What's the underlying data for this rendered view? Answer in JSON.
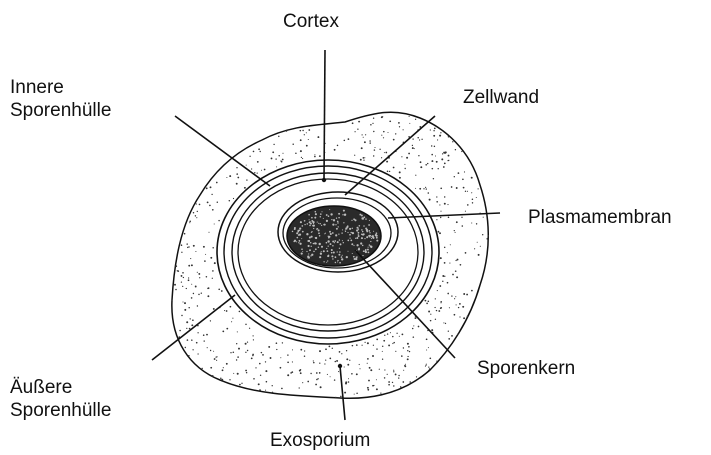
{
  "labels": {
    "cortex": "Cortex",
    "innere_line1": "Innere",
    "innere_line2": "Sporenhülle",
    "zellwand": "Zellwand",
    "plasmamembran": "Plasmamembran",
    "sporenkern": "Sporenkern",
    "aussere_line1": "Äußere",
    "aussere_line2": "Sporenhülle",
    "exosporium": "Exosporium"
  },
  "colors": {
    "ink": "#111111",
    "background": "#ffffff"
  }
}
